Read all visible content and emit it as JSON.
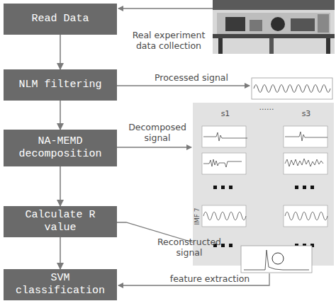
{
  "diagram": {
    "nodes": [
      {
        "text": [
          "Read Data"
        ]
      },
      {
        "text": [
          "NLM filtering"
        ]
      },
      {
        "text": [
          "NA-MEMD decomposition"
        ]
      },
      {
        "text": [
          "Calculate R value"
        ]
      },
      {
        "text": [
          "SVM classification"
        ]
      }
    ],
    "edges": [
      {
        "from": 0,
        "to": 1,
        "arrow": "to"
      },
      {
        "from": 1,
        "to": 2,
        "arrow": "to"
      },
      {
        "from": 2,
        "to": 3,
        "arrow": "to"
      },
      {
        "from": 3,
        "to": 4,
        "arrow": "to"
      }
    ],
    "labels": [
      "Real experiment data collection",
      "Processed signal",
      "Decomposed signal",
      "Reconstructed signal",
      "feature extraction",
      "s1",
      "......",
      "s3",
      "IMF 7"
    ]
  }
}
